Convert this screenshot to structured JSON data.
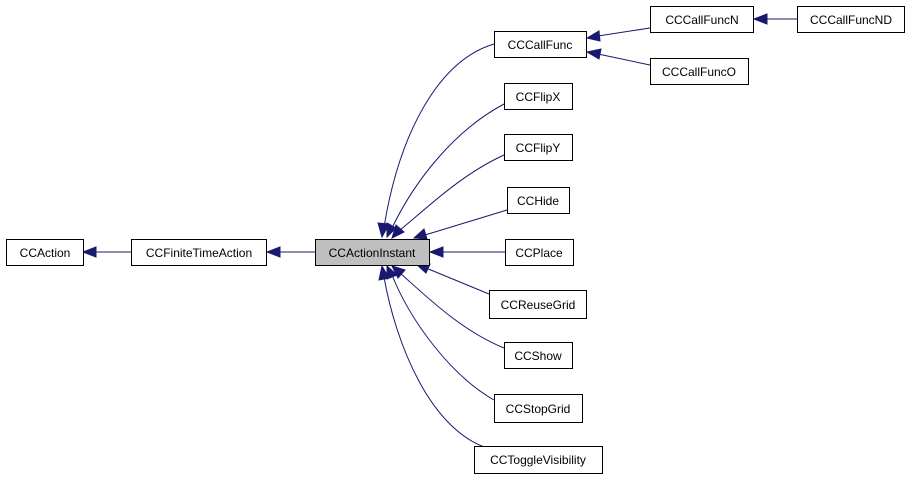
{
  "diagram": {
    "colors": {
      "edge": "#191970",
      "node_fill": "#ffffff",
      "current_node_fill": "#bfbfbf",
      "border": "#000000"
    },
    "nodes": {
      "ccaction": "CCAction",
      "ccfinitetimeaction": "CCFiniteTimeAction",
      "ccactioninstant": "CCActionInstant",
      "cccallfunc": "CCCallFunc",
      "cccallfuncn": "CCCallFuncN",
      "cccallfuncnd": "CCCallFuncND",
      "cccallfunco": "CCCallFuncO",
      "ccflipx": "CCFlipX",
      "ccflipy": "CCFlipY",
      "cchide": "CCHide",
      "ccplace": "CCPlace",
      "ccreusegrid": "CCReuseGrid",
      "ccshow": "CCShow",
      "ccstopgrid": "CCStopGrid",
      "cctogglevisibility": "CCToggleVisibility"
    },
    "current": "ccactioninstant"
  }
}
